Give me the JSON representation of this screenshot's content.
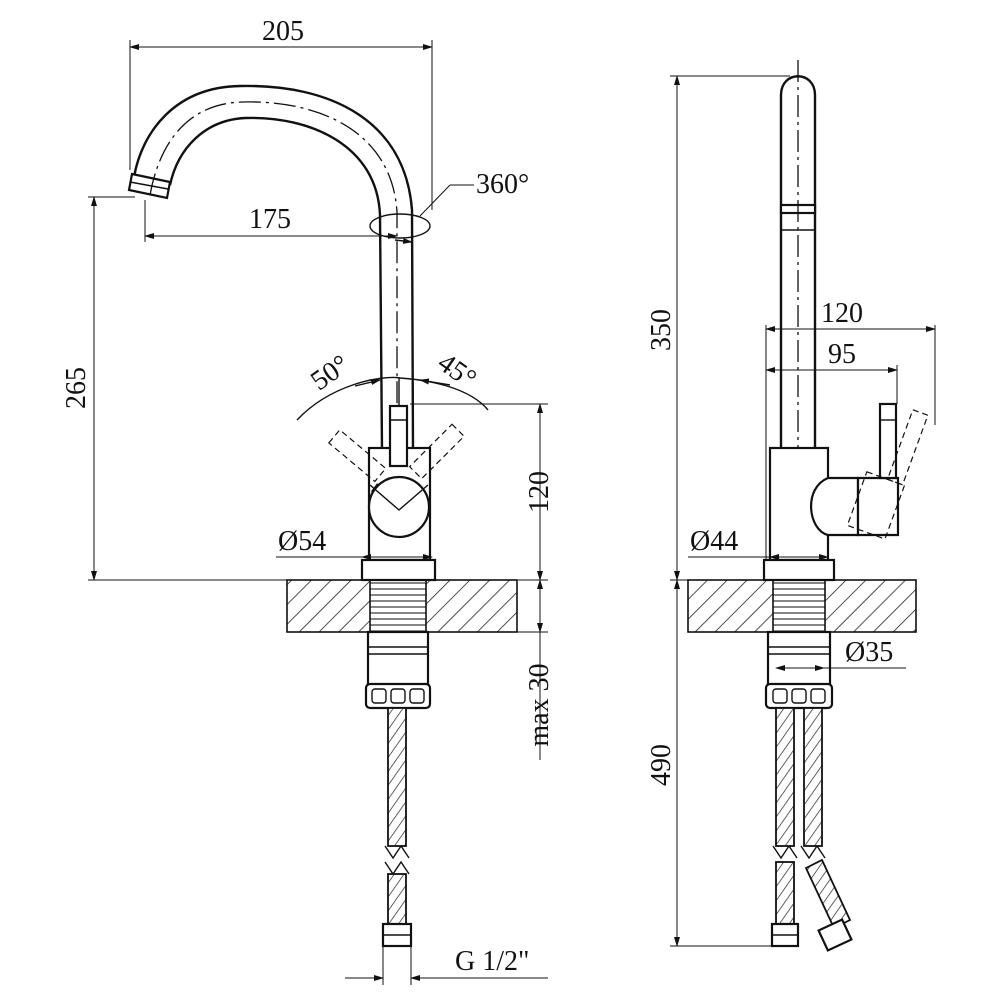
{
  "front_view": {
    "width_label": "205",
    "reach_label": "175",
    "swivel_label": "360°",
    "height_label": "265",
    "lever_left_angle": "50°",
    "lever_right_angle": "45°",
    "body_height_label": "120",
    "base_diameter_label": "Ø54",
    "countertop_label": "max 30",
    "thread_label": "G 1/2\""
  },
  "side_view": {
    "total_height_label": "350",
    "handle_reach_label": "120",
    "lever_reach_label": "95",
    "body_diameter_label": "Ø44",
    "shank_diameter_label": "Ø35",
    "hose_length_label": "490"
  }
}
